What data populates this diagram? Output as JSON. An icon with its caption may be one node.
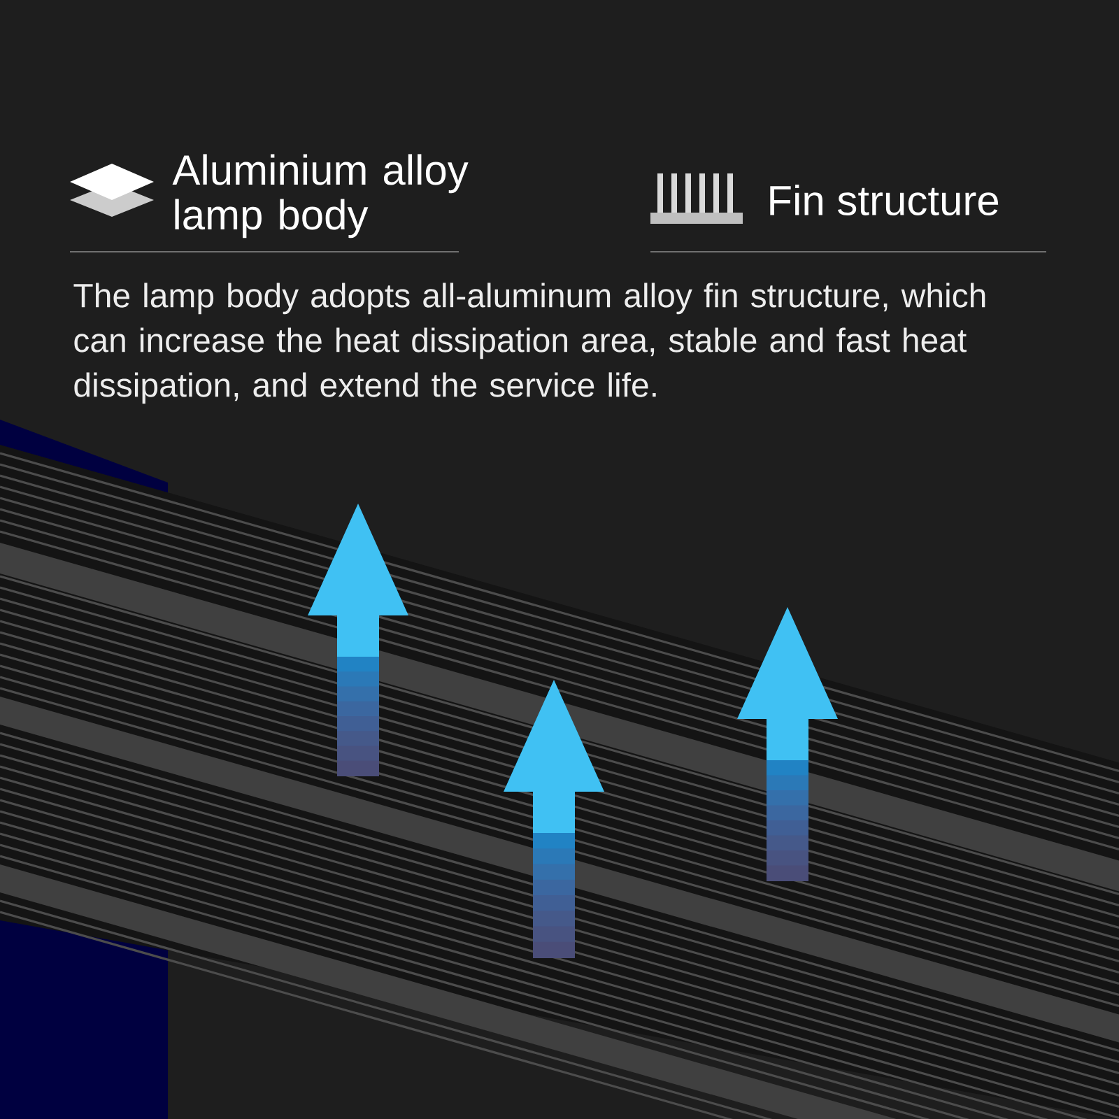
{
  "diagram": {
    "labels": [
      "Aluminium alloy lamp body",
      "Fin structure",
      "The lamp body adopts all-aluminum alloy fin structure, which can increase the heat dissipation area, stable and fast heat dissipation, and extend the service life."
    ]
  }
}
